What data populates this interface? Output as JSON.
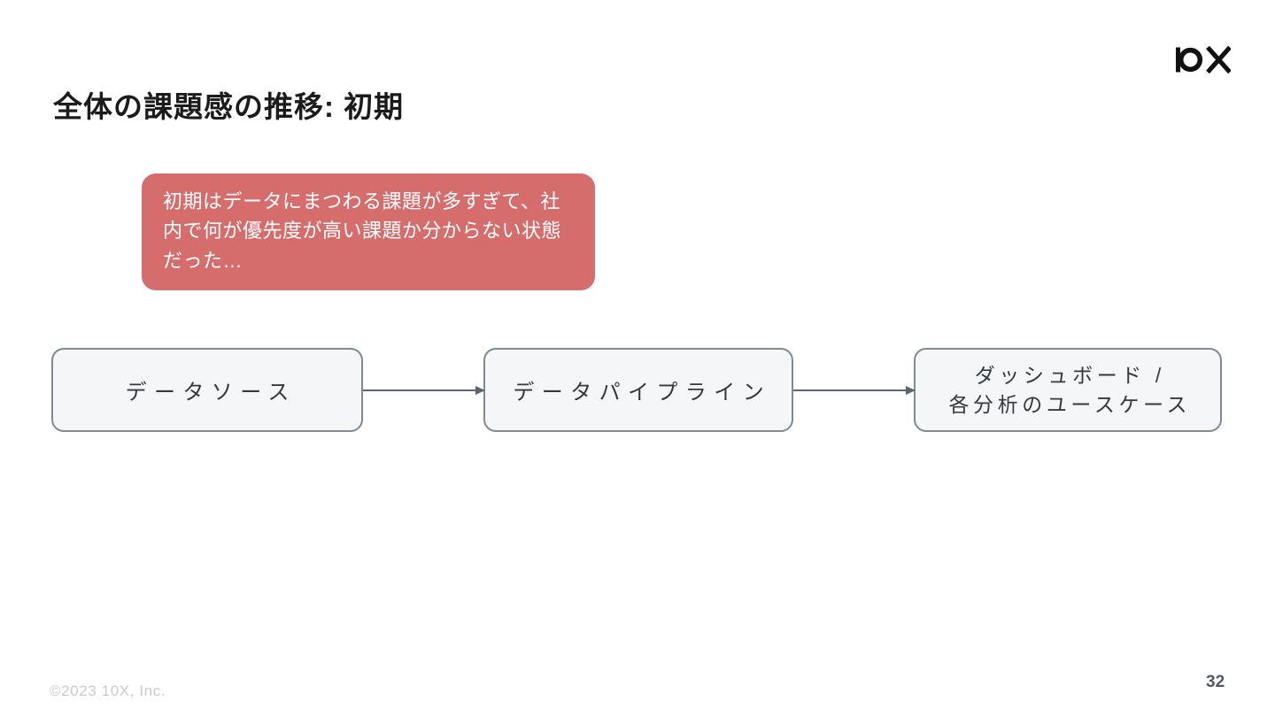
{
  "slide": {
    "title": "全体の課題感の推移: 初期",
    "logo": {
      "name": "10X",
      "color": "#111111"
    },
    "footer": {
      "copyright": "©2023 10X, Inc.",
      "page_number": "32"
    }
  },
  "callout": {
    "text": "初期はデータにまつわる課題が多すぎて、社内で何が優先度が高い課題か分からない状態だった…",
    "bg_color": "#D66D6D",
    "text_color": "#FFFFFF"
  },
  "flow": {
    "nodes": [
      {
        "label": "データソース"
      },
      {
        "label": "データパイプライン"
      },
      {
        "lines": [
          "ダッシュボード /",
          "各分析のユースケース"
        ]
      }
    ],
    "style": {
      "box_bg": "#F4F6F8",
      "box_border": "#808A93",
      "arrow_color": "#5C6670"
    }
  }
}
